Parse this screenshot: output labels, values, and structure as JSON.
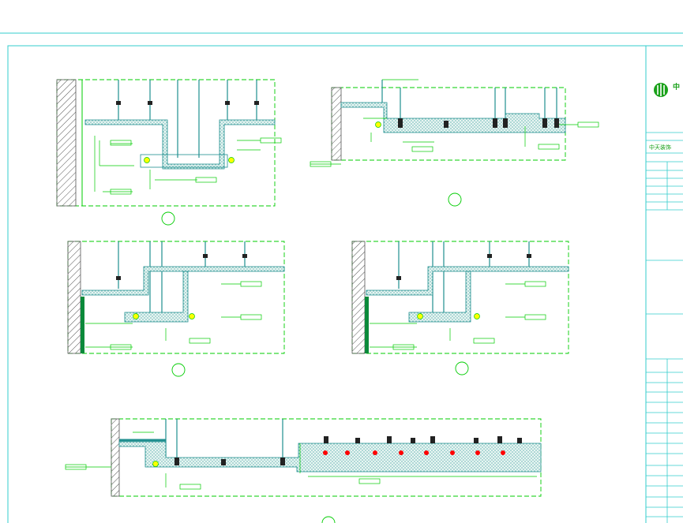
{
  "titleblock": {
    "company_label": "中",
    "project_label": "中天装饰"
  },
  "colors": {
    "frame": "#33cccc",
    "line": "#00cc00",
    "hatch": "#555555",
    "dark": "#222222",
    "teal": "#1f8f8f",
    "red": "#ff0000",
    "yellow": "#ffff00",
    "logo": "#1aa11a"
  },
  "details": [
    {
      "id": "detail-1"
    },
    {
      "id": "detail-2"
    },
    {
      "id": "detail-3"
    },
    {
      "id": "detail-4"
    },
    {
      "id": "detail-5"
    }
  ]
}
